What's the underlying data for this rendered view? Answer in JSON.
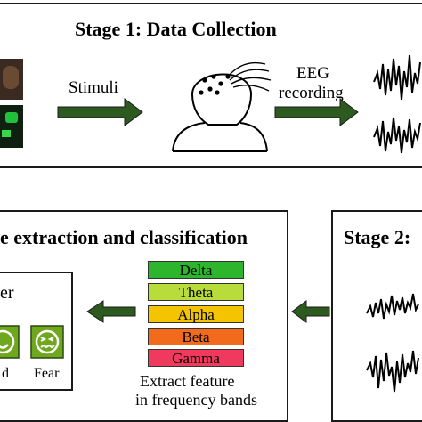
{
  "stage1": {
    "title": "Stage 1: Data Collection",
    "stimuli_label": "Stimuli",
    "eeg_label_line1": "EEG",
    "eeg_label_line2": "recording"
  },
  "stage2": {
    "title": "Stage 2: "
  },
  "stage3": {
    "title": "e extraction and classification",
    "classifier_partial": "er",
    "emotions": [
      {
        "label": "d",
        "icon": "happy-face-icon"
      },
      {
        "label": "Fear",
        "icon": "fear-face-icon"
      }
    ],
    "bands": [
      {
        "label": "Delta",
        "color": "#2db52d"
      },
      {
        "label": "Theta",
        "color": "#b8dd3a"
      },
      {
        "label": "Alpha",
        "color": "#f5c400"
      },
      {
        "label": "Beta",
        "color": "#f26a1b"
      },
      {
        "label": "Gamma",
        "color": "#ef3a5d"
      }
    ],
    "caption_line1": "Extract feature",
    "caption_line2": "in frequency bands"
  },
  "colors": {
    "arrow": "#2d5a1f",
    "face_green": "#6fa81e"
  }
}
